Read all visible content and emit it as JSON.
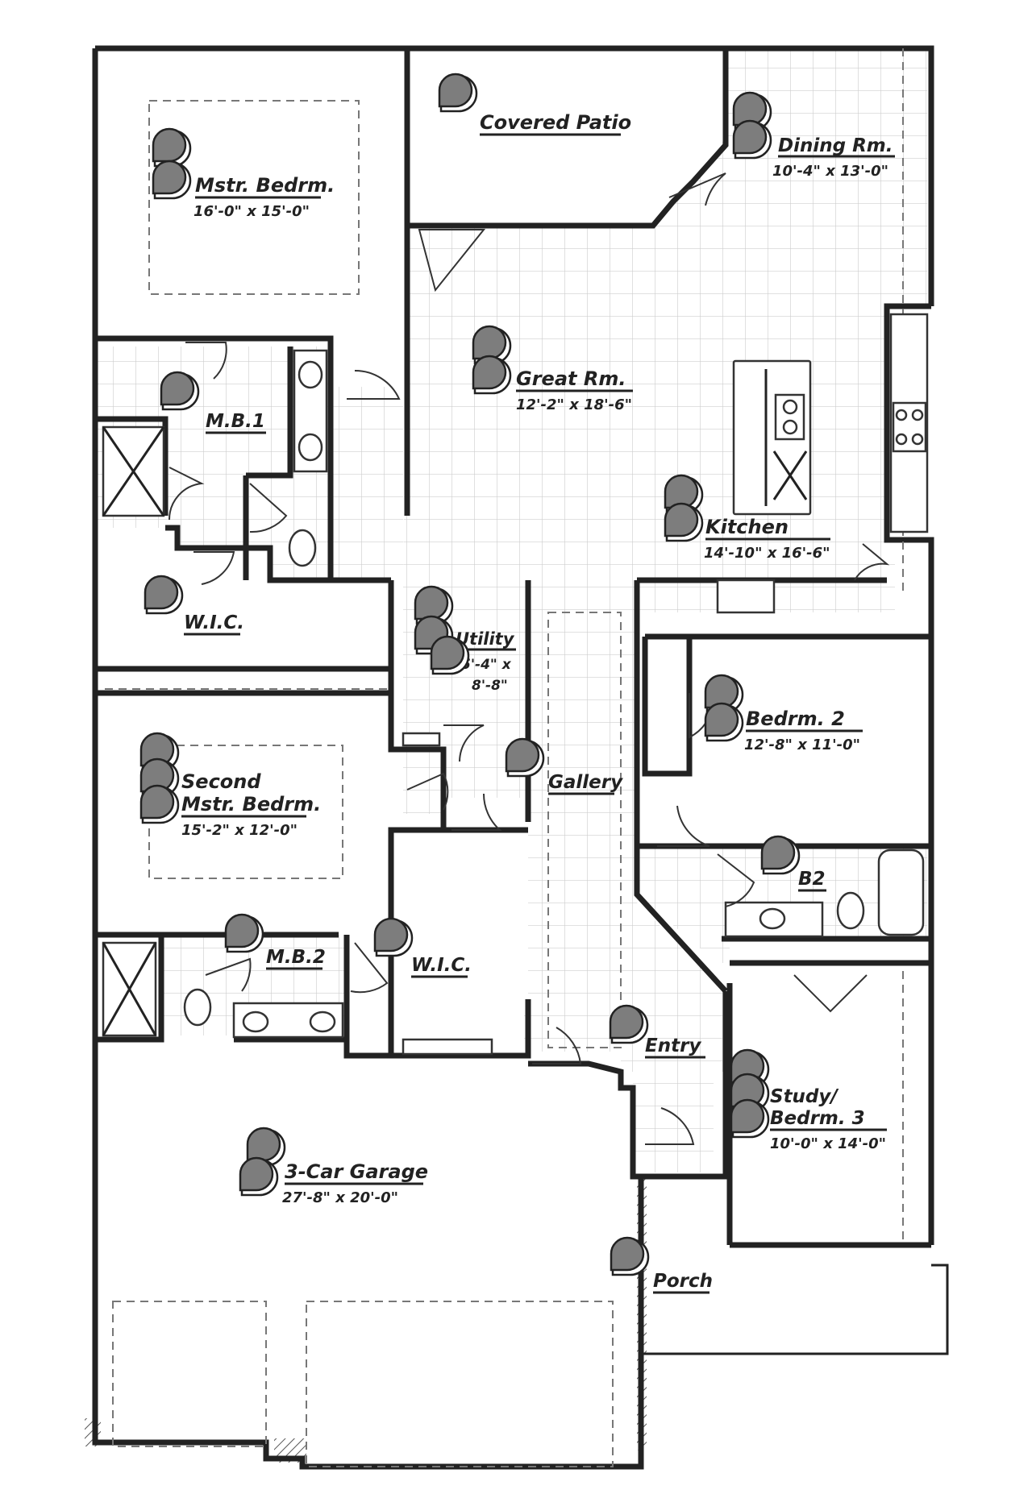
{
  "rooms": {
    "covered_patio": {
      "name": "Covered Patio"
    },
    "dining": {
      "name": "Dining Rm.",
      "dims": "10'-4\" x 13'-0\""
    },
    "master_bedroom": {
      "name": "Mstr. Bedrm.",
      "dims": "16'-0\" x 15'-0\""
    },
    "great_room": {
      "name": "Great Rm.",
      "dims": "12'-2\" x 18'-6\""
    },
    "mb1": {
      "name": "M.B.1"
    },
    "kitchen": {
      "name": "Kitchen",
      "dims": "14'-10\" x 16'-6\""
    },
    "wic1": {
      "name": "W.I.C."
    },
    "utility": {
      "name": "Utility",
      "dims_line1": "5'-4\" x",
      "dims_line2": "8'-8\""
    },
    "bedroom2": {
      "name": "Bedrm. 2",
      "dims": "12'-8\" x 11'-0\""
    },
    "second_master": {
      "name_line1": "Second",
      "name_line2": "Mstr. Bedrm.",
      "dims": "15'-2\" x 12'-0\""
    },
    "gallery": {
      "name": "Gallery"
    },
    "b2": {
      "name": "B2"
    },
    "mb2": {
      "name": "M.B.2"
    },
    "wic2": {
      "name": "W.I.C."
    },
    "entry": {
      "name": "Entry"
    },
    "study": {
      "name_line1": "Study/",
      "name_line2": "Bedrm. 3",
      "dims": "10'-0\" x 14'-0\""
    },
    "garage": {
      "name": "3-Car Garage",
      "dims": "27'-8\" x 20'-0\""
    },
    "porch": {
      "name": "Porch"
    }
  },
  "markers": {
    "icon": "camera-viewpoint-icon",
    "face_color": "#7d7d7d",
    "outline_color": "#222222"
  },
  "colors": {
    "wall": "#222222",
    "tile_grid": "#cfcfcf",
    "background": "#ffffff"
  }
}
